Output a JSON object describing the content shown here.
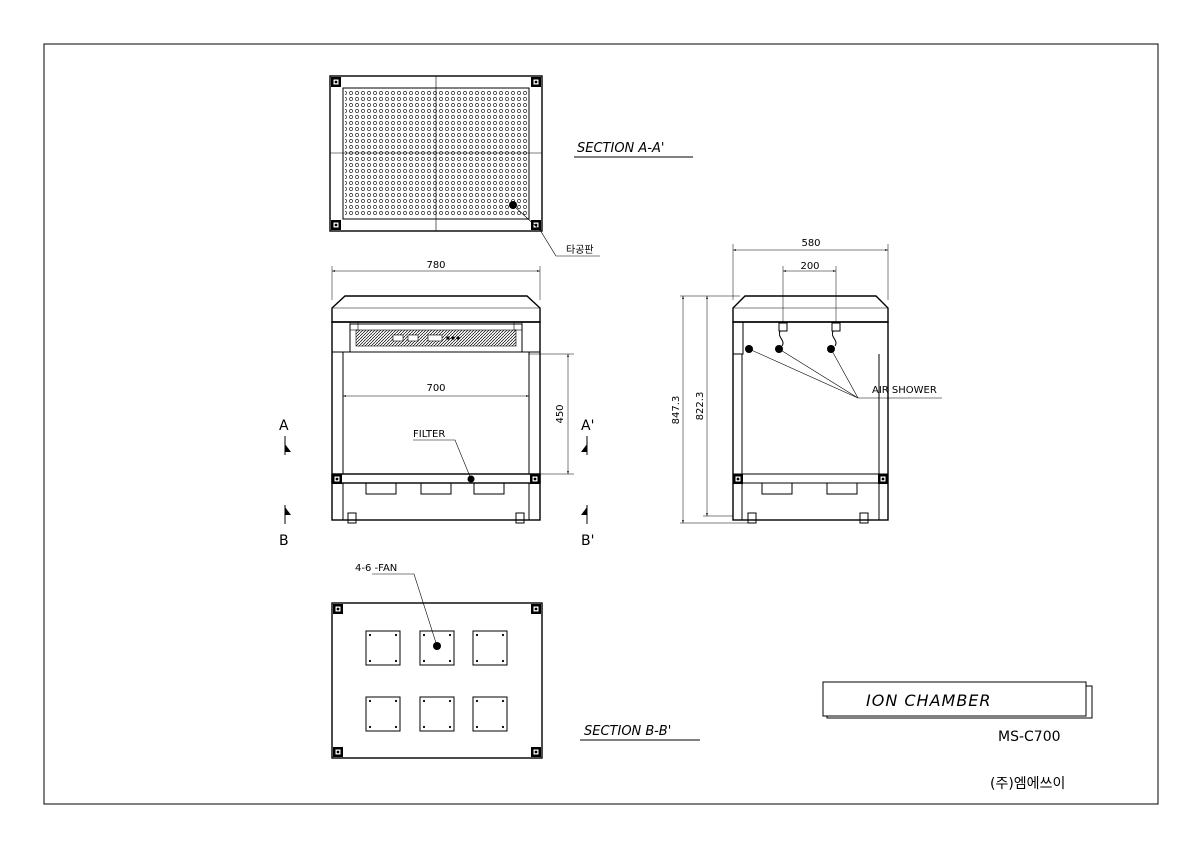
{
  "section_a_label": "SECTION A-A'",
  "section_b_label": "SECTION B-B'",
  "perforated_plate_label": "타공판",
  "dimensions": {
    "front_width": "780",
    "inner_width": "700",
    "inner_height": "450",
    "side_width": "580",
    "shower_spacing": "200",
    "total_height": "847.3",
    "body_height": "822.3"
  },
  "callouts": {
    "filter": "FILTER",
    "air_shower": "AIR SHOWER",
    "fan": "4-6 -FAN"
  },
  "section_marks": {
    "a": "A",
    "a_prime": "A'",
    "b": "B",
    "b_prime": "B'"
  },
  "title_block": {
    "title": "ION CHAMBER",
    "model": "MS-C700",
    "company": "(주)엠에쓰이"
  }
}
